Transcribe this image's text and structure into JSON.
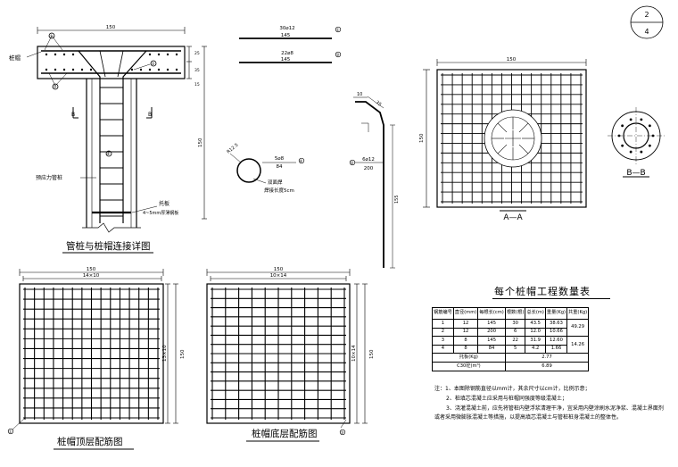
{
  "sheet": {
    "number": "2",
    "total": "4"
  },
  "detail": {
    "title": "管桩与桩帽连接详图",
    "dim_width": "150",
    "dim_height": "150",
    "cap_label": "桩帽",
    "side_dims": [
      "25",
      "35",
      "15"
    ],
    "pile_label": "预应力管桩",
    "plate_label": "托板",
    "plate_spec": "4~5mm厚薄钢板",
    "section_marks": [
      "B",
      "B"
    ],
    "markers": [
      "①",
      "②",
      "③",
      "④"
    ]
  },
  "rebars": {
    "bar1": {
      "spec": "30⌀12",
      "length": "145",
      "marker": "①"
    },
    "bar2": {
      "spec": "22⌀8",
      "length": "145",
      "marker": "③"
    },
    "ring": {
      "dia": "R12.5",
      "spec": "5⌀8",
      "length": "84",
      "marker": "④",
      "note1": "双面焊",
      "note2": "焊接长度5cm"
    },
    "bent": {
      "dims": [
        "10",
        "35",
        "155"
      ],
      "spec": "6⌀12",
      "length": "200",
      "marker": "②"
    }
  },
  "section_aa": {
    "title": "A—A",
    "dim_width": "150",
    "dim_height": "150"
  },
  "section_bb": {
    "title": "B—B"
  },
  "top_plan": {
    "title": "桩帽顶层配筋图",
    "dim_width": "150",
    "dim_grid": "14×10",
    "dim_side": "150",
    "dim_side_grid": "13×10",
    "marker": "①"
  },
  "bottom_plan": {
    "title": "桩帽底层配筋图",
    "dim_width": "150",
    "dim_grid": "10×14",
    "dim_side": "150",
    "dim_side_grid": "10×14",
    "marker": "③"
  },
  "quantity_table": {
    "title": "每个桩帽工程数量表",
    "headers": [
      "钢筋编号",
      "直径(mm)",
      "每根长(cm)",
      "根数(根)",
      "总长(m)",
      "重量(Kg)",
      "共重(Kg)"
    ],
    "rows": [
      [
        "1",
        "12",
        "145",
        "30",
        "43.5",
        "38.63",
        "49.29"
      ],
      [
        "2",
        "12",
        "200",
        "6",
        "12.0",
        "10.66",
        ""
      ],
      [
        "3",
        "8",
        "145",
        "22",
        "31.9",
        "12.60",
        "14.26"
      ],
      [
        "4",
        "8",
        "84",
        "5",
        "4.2",
        "1.66",
        ""
      ]
    ],
    "footer": [
      {
        "label": "托板(Kg)",
        "value": "2.77"
      },
      {
        "label": "C30砼(m³)",
        "value": "6.89"
      }
    ]
  },
  "notes": [
    "注：1、本图除钢筋直径以mm计，其余尺寸以cm计，比例示意；",
    "2、桩填芯混凝土应采用与桩帽同强度等级混凝土；",
    "3、浇灌混凝土前，应先将管桩内壁浮浆清理干净，宜采用内壁涂刷水泥净浆、混凝土界面剂",
    "或者采用微膨胀混凝土等措施，以提高填芯混凝土与管桩桩身混凝土的整体性。"
  ]
}
